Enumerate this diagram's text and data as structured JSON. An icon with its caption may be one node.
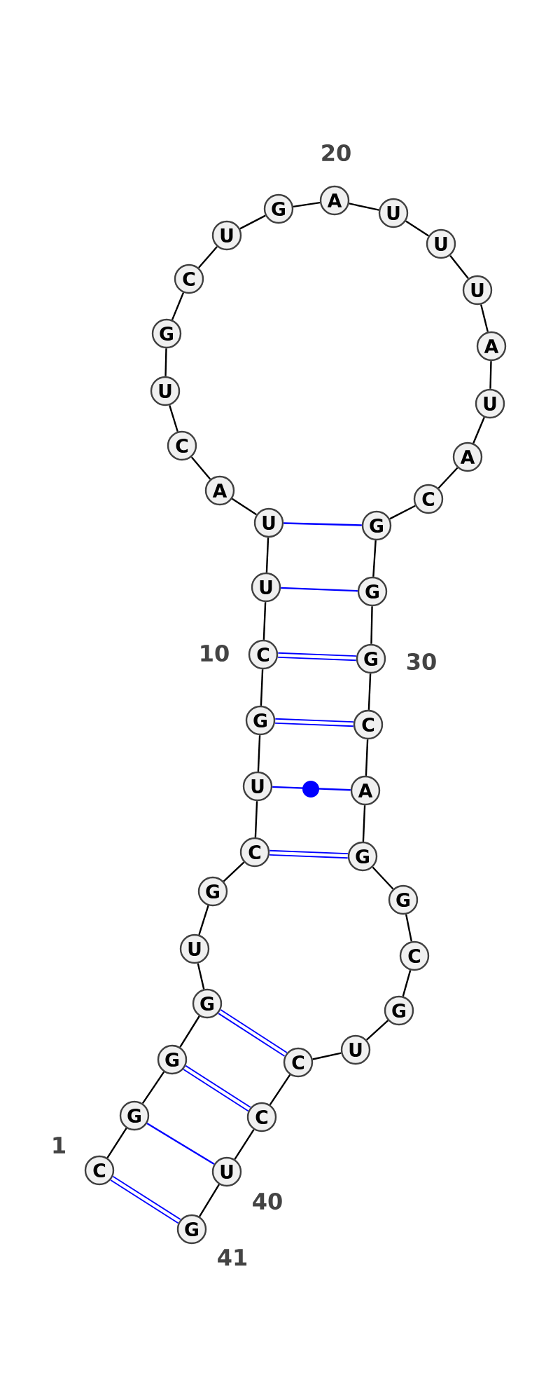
{
  "diagram": {
    "nodes": [
      {
        "text": [
          "C"
        ]
      },
      {
        "text": [
          "G"
        ]
      },
      {
        "text": [
          "G"
        ]
      },
      {
        "text": [
          "G"
        ]
      },
      {
        "text": [
          "U"
        ]
      },
      {
        "text": [
          "G"
        ]
      },
      {
        "text": [
          "C"
        ]
      },
      {
        "text": [
          "U"
        ]
      },
      {
        "text": [
          "G"
        ]
      },
      {
        "text": [
          "C"
        ]
      },
      {
        "text": [
          "U"
        ]
      },
      {
        "text": [
          "U"
        ]
      },
      {
        "text": [
          "A"
        ]
      },
      {
        "text": [
          "C"
        ]
      },
      {
        "text": [
          "U"
        ]
      },
      {
        "text": [
          "G"
        ]
      },
      {
        "text": [
          "C"
        ]
      },
      {
        "text": [
          "U"
        ]
      },
      {
        "text": [
          "G"
        ]
      },
      {
        "text": [
          "A"
        ]
      },
      {
        "text": [
          "U"
        ]
      },
      {
        "text": [
          "U"
        ]
      },
      {
        "text": [
          "U"
        ]
      },
      {
        "text": [
          "A"
        ]
      },
      {
        "text": [
          "U"
        ]
      },
      {
        "text": [
          "A"
        ]
      },
      {
        "text": [
          "C"
        ]
      },
      {
        "text": [
          "G"
        ]
      },
      {
        "text": [
          "G"
        ]
      },
      {
        "text": [
          "G"
        ]
      },
      {
        "text": [
          "C"
        ]
      },
      {
        "text": [
          "A"
        ]
      },
      {
        "text": [
          "G"
        ]
      },
      {
        "text": [
          "G"
        ]
      },
      {
        "text": [
          "C"
        ]
      },
      {
        "text": [
          "G"
        ]
      },
      {
        "text": [
          "U"
        ]
      },
      {
        "text": [
          "C"
        ]
      },
      {
        "text": [
          "C"
        ]
      },
      {
        "text": [
          "U"
        ]
      },
      {
        "text": [
          "G"
        ]
      }
    ],
    "edges": [
      {
        "from": 0,
        "to": 1,
        "arrow": "none"
      },
      {
        "from": 1,
        "to": 2,
        "arrow": "none"
      },
      {
        "from": 2,
        "to": 3,
        "arrow": "none"
      },
      {
        "from": 3,
        "to": 4,
        "arrow": "none"
      },
      {
        "from": 4,
        "to": 5,
        "arrow": "none"
      },
      {
        "from": 5,
        "to": 6,
        "arrow": "none"
      },
      {
        "from": 6,
        "to": 7,
        "arrow": "none"
      },
      {
        "from": 7,
        "to": 8,
        "arrow": "none"
      },
      {
        "from": 8,
        "to": 9,
        "arrow": "none"
      },
      {
        "from": 9,
        "to": 10,
        "arrow": "none"
      },
      {
        "from": 10,
        "to": 11,
        "arrow": "none"
      },
      {
        "from": 11,
        "to": 12,
        "arrow": "none"
      },
      {
        "from": 12,
        "to": 13,
        "arrow": "none"
      },
      {
        "from": 13,
        "to": 14,
        "arrow": "none"
      },
      {
        "from": 14,
        "to": 15,
        "arrow": "none"
      },
      {
        "from": 15,
        "to": 16,
        "arrow": "none"
      },
      {
        "from": 16,
        "to": 17,
        "arrow": "none"
      },
      {
        "from": 17,
        "to": 18,
        "arrow": "none"
      },
      {
        "from": 18,
        "to": 19,
        "arrow": "none"
      },
      {
        "from": 19,
        "to": 20,
        "arrow": "none"
      },
      {
        "from": 20,
        "to": 21,
        "arrow": "none"
      },
      {
        "from": 21,
        "to": 22,
        "arrow": "none"
      },
      {
        "from": 22,
        "to": 23,
        "arrow": "none"
      },
      {
        "from": 23,
        "to": 24,
        "arrow": "none"
      },
      {
        "from": 24,
        "to": 25,
        "arrow": "none"
      },
      {
        "from": 25,
        "to": 26,
        "arrow": "none"
      },
      {
        "from": 26,
        "to": 27,
        "arrow": "none"
      },
      {
        "from": 27,
        "to": 28,
        "arrow": "none"
      },
      {
        "from": 28,
        "to": 29,
        "arrow": "none"
      },
      {
        "from": 29,
        "to": 30,
        "arrow": "none"
      },
      {
        "from": 30,
        "to": 31,
        "arrow": "none"
      },
      {
        "from": 31,
        "to": 32,
        "arrow": "none"
      },
      {
        "from": 32,
        "to": 33,
        "arrow": "none"
      },
      {
        "from": 33,
        "to": 34,
        "arrow": "none"
      },
      {
        "from": 34,
        "to": 35,
        "arrow": "none"
      },
      {
        "from": 35,
        "to": 36,
        "arrow": "none"
      },
      {
        "from": 36,
        "to": 37,
        "arrow": "none"
      },
      {
        "from": 37,
        "to": 38,
        "arrow": "none"
      },
      {
        "from": 38,
        "to": 39,
        "arrow": "none"
      },
      {
        "from": 39,
        "to": 40,
        "arrow": "none"
      },
      {
        "from": 0,
        "to": 40,
        "arrow": "none",
        "color": "#0000ff",
        "style": "thick"
      },
      {
        "from": 1,
        "to": 39,
        "arrow": "none",
        "color": "#0000ff"
      },
      {
        "from": 2,
        "to": 38,
        "arrow": "none",
        "color": "#0000ff",
        "style": "thick"
      },
      {
        "from": 3,
        "to": 37,
        "arrow": "none",
        "color": "#0000ff",
        "style": "thick"
      },
      {
        "from": 6,
        "to": 32,
        "arrow": "none",
        "color": "#0000ff",
        "style": "thick"
      },
      {
        "from": 7,
        "to": 31,
        "arrow": "none",
        "color": "#0000ff"
      },
      {
        "from": 8,
        "to": 30,
        "arrow": "none",
        "color": "#0000ff",
        "style": "thick"
      },
      {
        "from": 9,
        "to": 29,
        "arrow": "none",
        "color": "#0000ff",
        "style": "thick"
      },
      {
        "from": 10,
        "to": 28,
        "arrow": "none",
        "color": "#0000ff"
      },
      {
        "from": 11,
        "to": 27,
        "arrow": "none",
        "color": "#0000ff"
      }
    ],
    "labels": [
      "20",
      "10",
      "30",
      "1",
      "40",
      "41"
    ]
  }
}
